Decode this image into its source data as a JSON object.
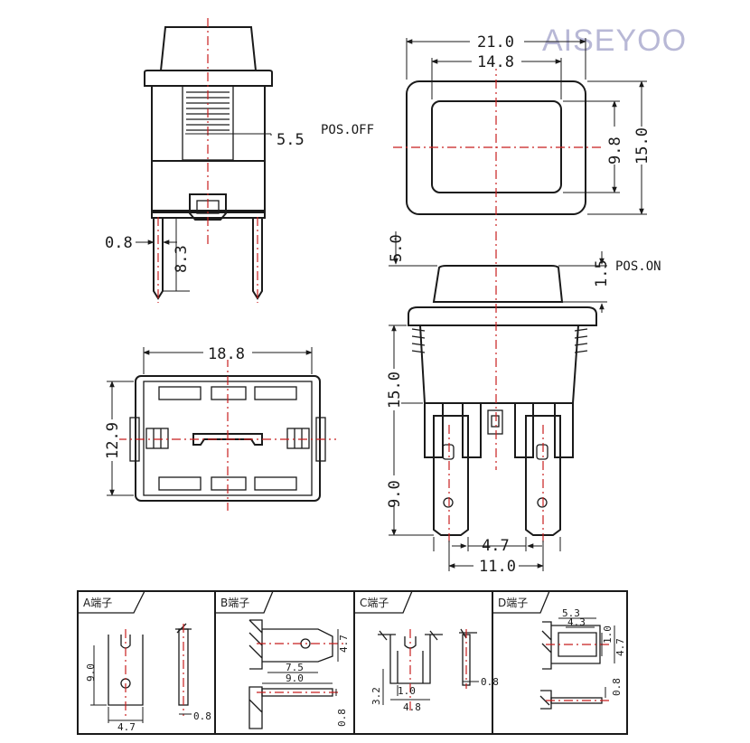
{
  "watermark": "AISEYOO",
  "side_view": {
    "dim_travel": "5.5",
    "pos_off_label": "POS.OFF",
    "dim_pin_width": "0.8",
    "dim_pin_length": "8.3"
  },
  "front_view": {
    "dim_outer_width": "21.0",
    "dim_inner_width": "14.8",
    "dim_inner_height": "9.8",
    "dim_outer_height": "15.0"
  },
  "bottom_view": {
    "dim_width": "18.8",
    "dim_height": "12.9"
  },
  "profile_view": {
    "dim_cap": "5.0",
    "dim_travel_on": "1.5",
    "pos_on_label": "POS.ON",
    "dim_body": "15.0",
    "dim_terminal": "9.0",
    "dim_terminal_width": "4.7",
    "dim_terminal_pitch": "11.0"
  },
  "terminals": [
    {
      "header": "A端子",
      "dims": [
        "9.0",
        "4.7",
        "0.8"
      ]
    },
    {
      "header": "B端子",
      "dims": [
        "4.7",
        "7.5",
        "9.0",
        "0.8"
      ]
    },
    {
      "header": "C端子",
      "dims": [
        "3.2",
        "1.0",
        "4.8",
        "0.8"
      ]
    },
    {
      "header": "D端子",
      "dims": [
        "5.3",
        "4.3",
        "1.0",
        "4.7",
        "0.8"
      ]
    }
  ],
  "colors": {
    "outline": "#1a1a1a",
    "centerline": "#c81e1e",
    "watermark": "#b8b8d6"
  }
}
